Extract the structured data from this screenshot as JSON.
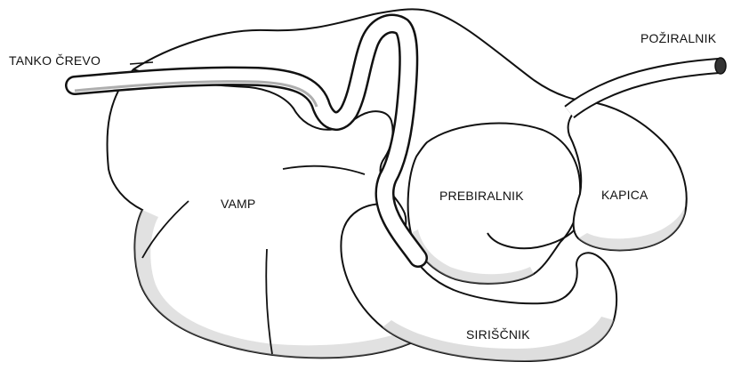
{
  "labels": {
    "small_intestine": "TANKO ČREVO",
    "esophagus": "POŽIRALNIK",
    "rumen": "VAMP",
    "omasum": "PREBIRALNIK",
    "reticulum": "KAPICA",
    "abomasum": "SIRIŠČNIK"
  },
  "colors": {
    "stroke": "#111111",
    "fill": "#ffffff",
    "shade": "#9a9a9a"
  }
}
